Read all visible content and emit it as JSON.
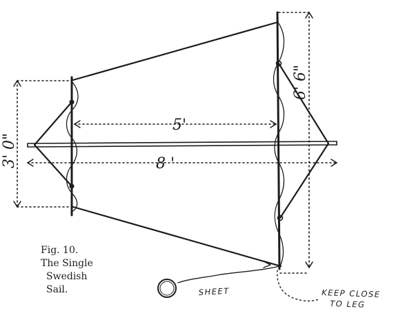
{
  "figure": {
    "caption": [
      "Fig. 10.",
      "The Single",
      "Swedish",
      "Sail."
    ],
    "dimensions": {
      "boom_spacing": "5'",
      "spar_length": "8 '",
      "short_boom": "3' 0\"",
      "long_boom": "6' 6\""
    },
    "annotations": {
      "sheet": "SHEET",
      "keep_close_1": "KEEP CLOSE",
      "keep_close_2": "TO LEG"
    }
  }
}
